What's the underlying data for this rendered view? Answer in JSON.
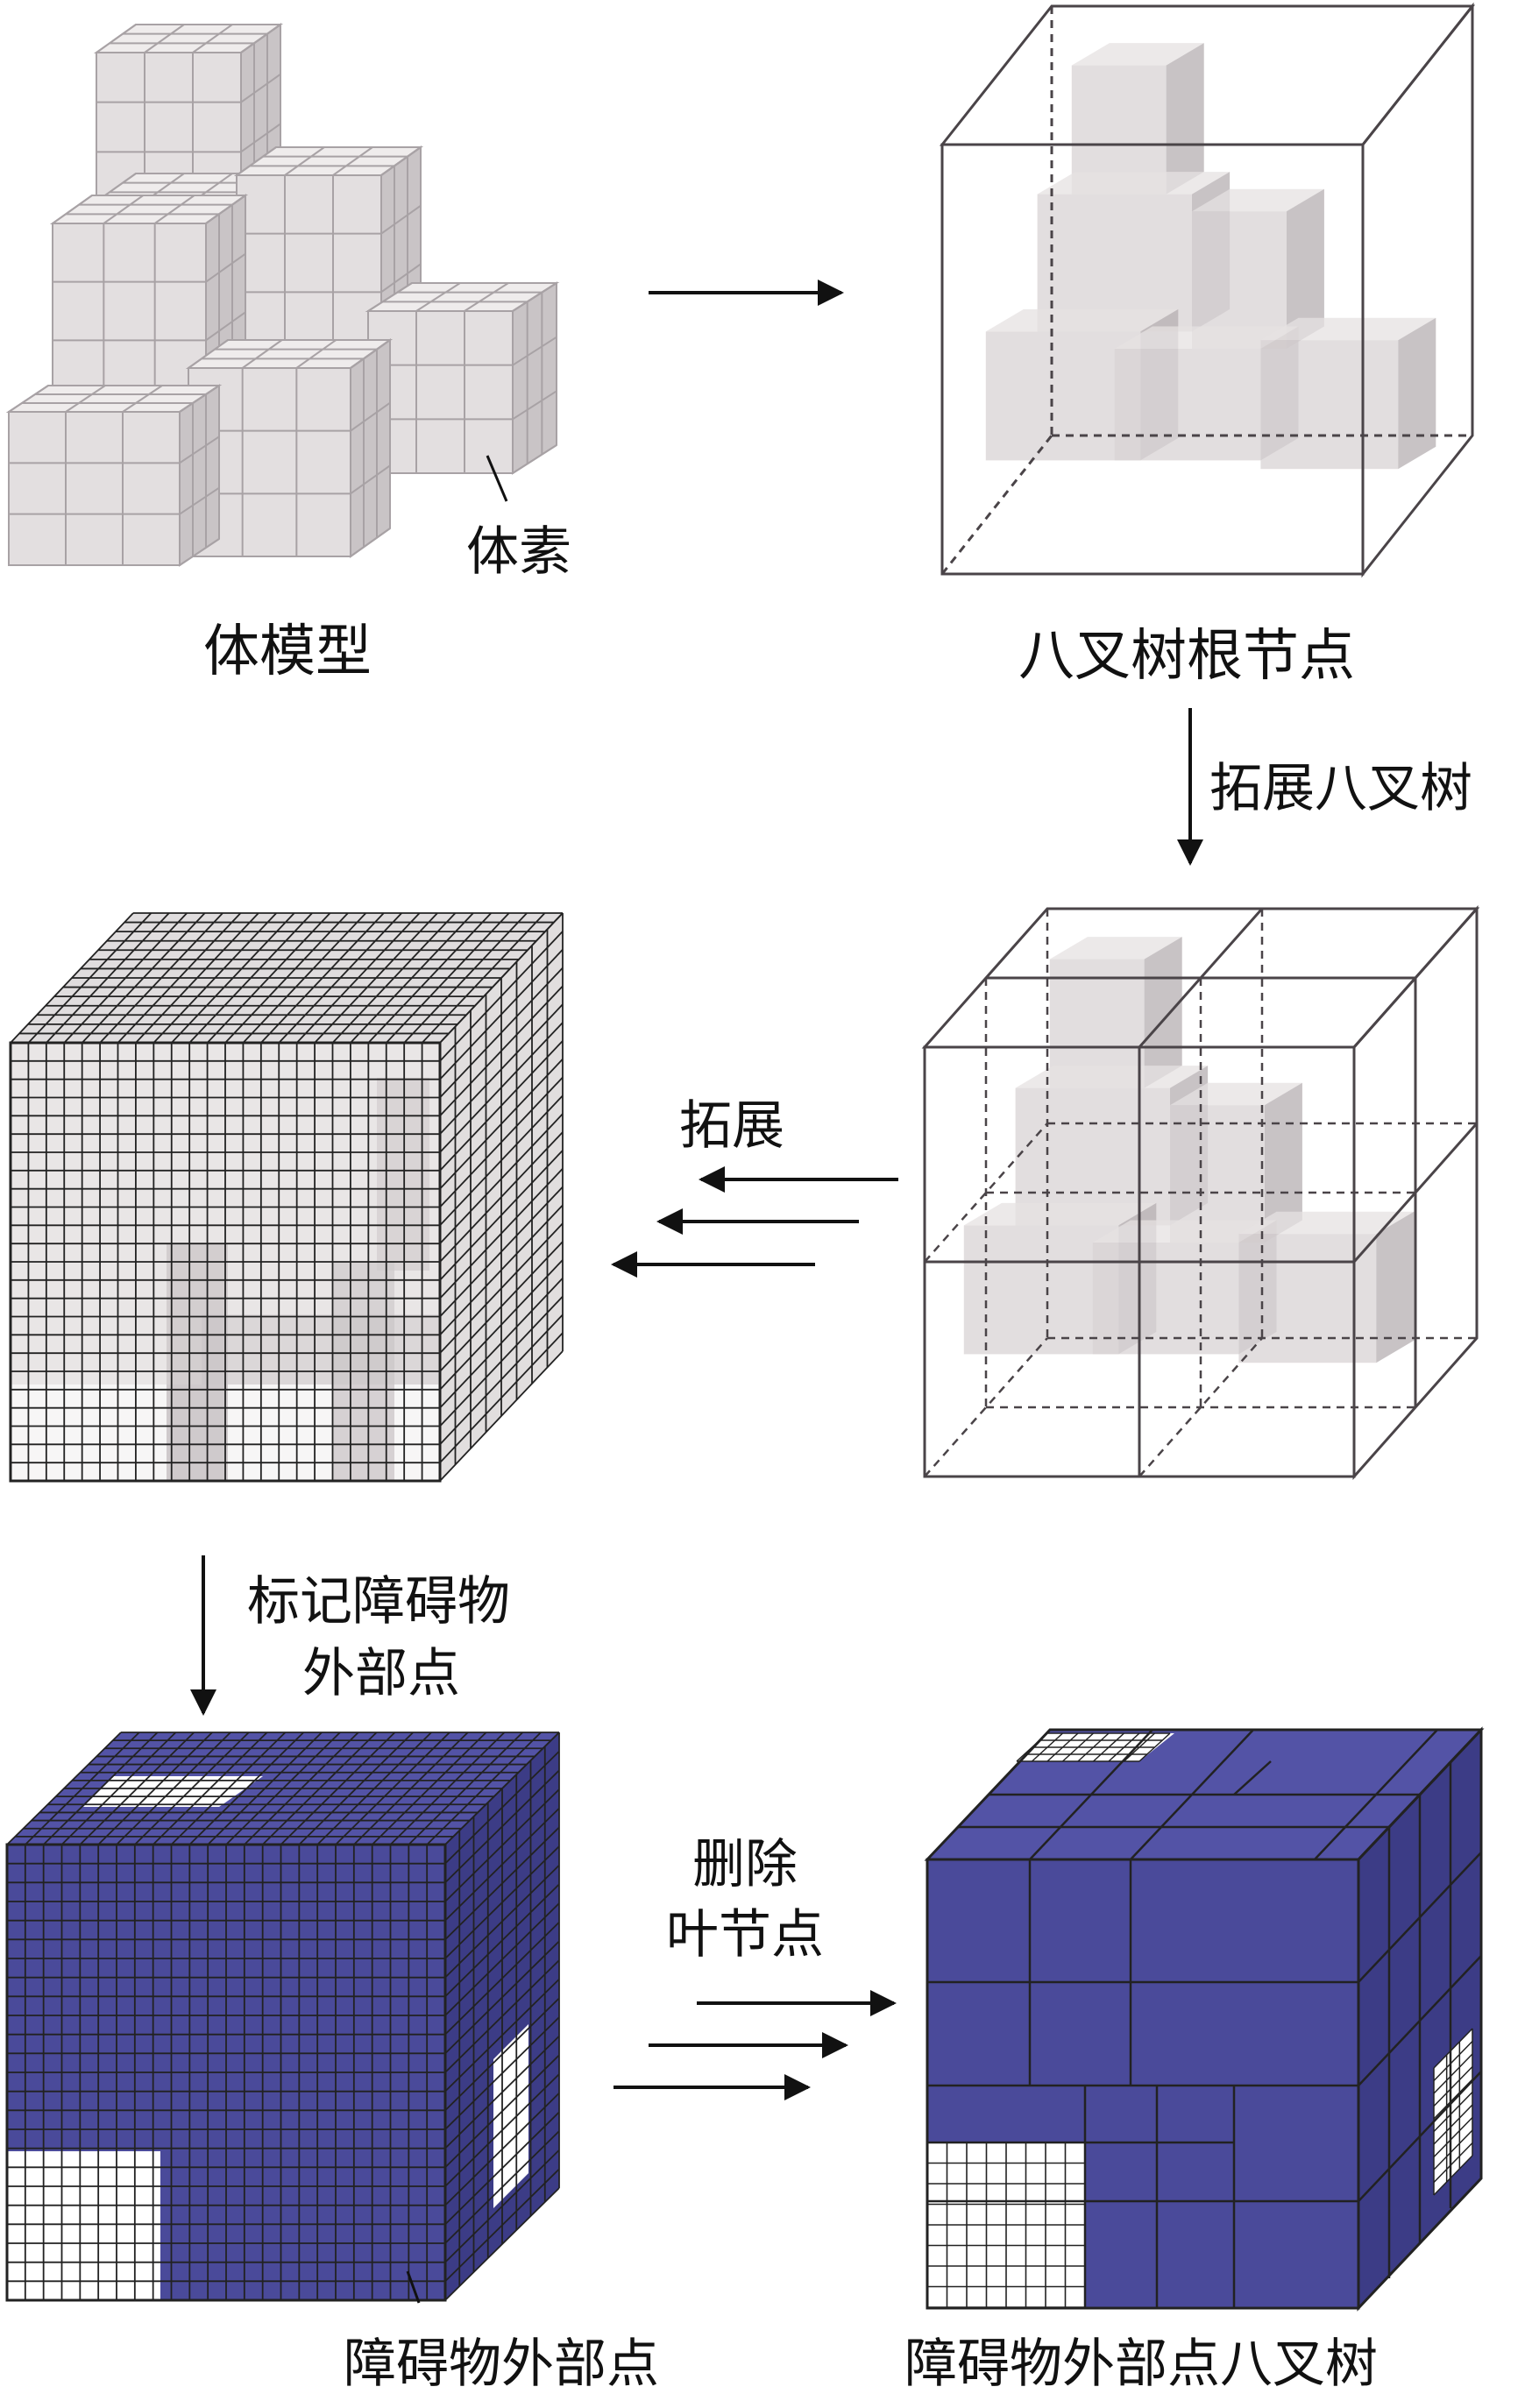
{
  "labels": {
    "voxel": "体素",
    "volume_model": "体模型",
    "octree_root": "八叉树根节点",
    "expand_octree": "拓展八叉树",
    "expand": "拓展",
    "mark_line1": "标记障碍物",
    "mark_line2": "外部点",
    "delete_line1": "删除",
    "delete_line2": "叶节点",
    "outer_points": "障碍物外部点",
    "outer_octree": "障碍物外部点八叉树"
  },
  "colors": {
    "voxel_fill": "#e3dfe0",
    "voxel_top": "#efecec",
    "voxel_side": "#c9c4c6",
    "voxel_grid": "#a8a2a5",
    "translucent": "#d8d3d4",
    "translucent_dark": "#b5afb1",
    "wire": "#4a4448",
    "obstacle_blue": "#4a4a9a",
    "obstacle_blue_top": "#5353a6",
    "obstacle_blue_side": "#3c3c86",
    "grid_dark": "#222222"
  }
}
